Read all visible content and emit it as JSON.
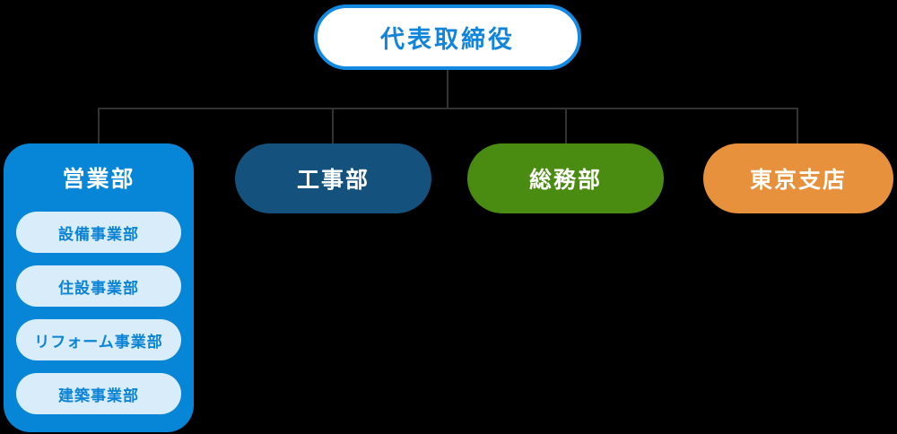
{
  "org_chart": {
    "root": {
      "label": "代表取締役"
    },
    "departments": [
      {
        "label": "営業部",
        "color": "#0786d8",
        "divisions": [
          "設備事業部",
          "住設事業部",
          "リフォーム事業部",
          "建築事業部"
        ]
      },
      {
        "label": "工事部",
        "color": "#14527d",
        "divisions": []
      },
      {
        "label": "総務部",
        "color": "#4a8b12",
        "divisions": []
      },
      {
        "label": "東京支店",
        "color": "#e8913c",
        "divisions": []
      }
    ],
    "colors": {
      "background": "#000000",
      "connector_line": "#333333",
      "root_border": "#1489e2",
      "root_text": "#1185d9",
      "division_fill": "#d8ecf9",
      "division_text": "#0c84d6",
      "department_text": "#ffffff"
    }
  }
}
